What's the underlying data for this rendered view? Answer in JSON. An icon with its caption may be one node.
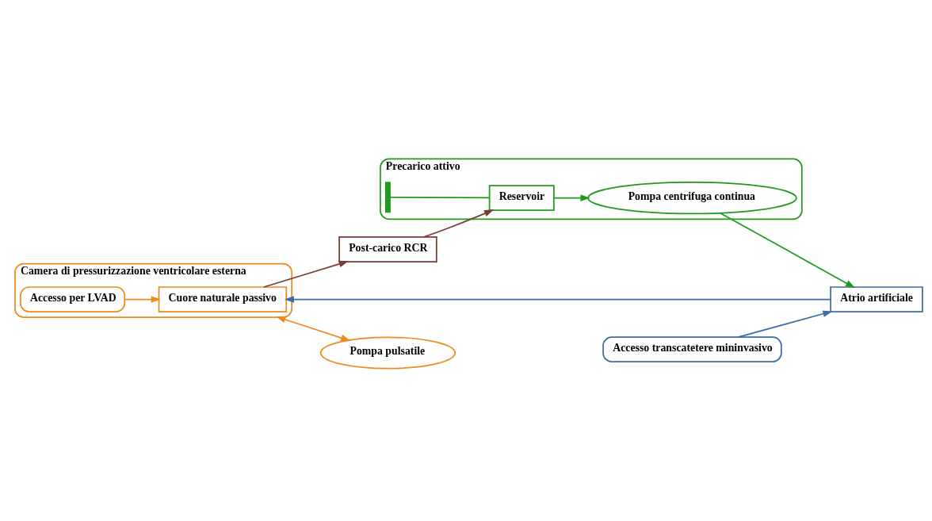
{
  "diagram": {
    "nodes": [
      {
        "text": [
          "Precarico attivo"
        ]
      },
      {
        "text": [],
        "shape": "ground",
        "in": 0
      },
      {
        "text": [
          "Reservoir"
        ],
        "in": 0
      },
      {
        "text": [
          "Pompa centrifuga continua"
        ],
        "in": 0
      },
      {
        "text": [
          "Atrio artificiale"
        ]
      },
      {
        "text": [
          "Accesso transcatetere mininvasivo"
        ]
      },
      {
        "text": [
          "Camera di pressurizzazione ventricolare esterna"
        ]
      },
      {
        "text": [
          "Cuore naturale passivo"
        ],
        "in": 6
      },
      {
        "text": [
          "Accesso per LVAD"
        ],
        "in": 6
      },
      {
        "text": [
          "Post-carico RCR"
        ]
      },
      {
        "text": [
          "Pompa pulsatile"
        ]
      }
    ],
    "edges": [
      {
        "from": 1,
        "to": 2,
        "arrow": "none",
        "color": "#1f9a1f"
      },
      {
        "from": 2,
        "to": 3,
        "arrow": "to",
        "color": "#1f9a1f"
      },
      {
        "from": 3,
        "to": 4,
        "arrow": "to",
        "color": "#1f9a1f"
      },
      {
        "from": 5,
        "to": 4,
        "arrow": "to",
        "color": "#3a6ea5"
      },
      {
        "from": 4,
        "to": 7,
        "arrow": "to",
        "color": "#3a6ea5"
      },
      {
        "from": 7,
        "to": 9,
        "arrow": "to",
        "color": "#7a3b35"
      },
      {
        "from": 9,
        "to": 2,
        "arrow": "to",
        "color": "#7a3b35"
      },
      {
        "from": 8,
        "to": 7,
        "arrow": "to",
        "color": "#f0891f"
      },
      {
        "from": 6,
        "to": 10,
        "arrow": "both",
        "color": "#f0891f"
      }
    ]
  }
}
